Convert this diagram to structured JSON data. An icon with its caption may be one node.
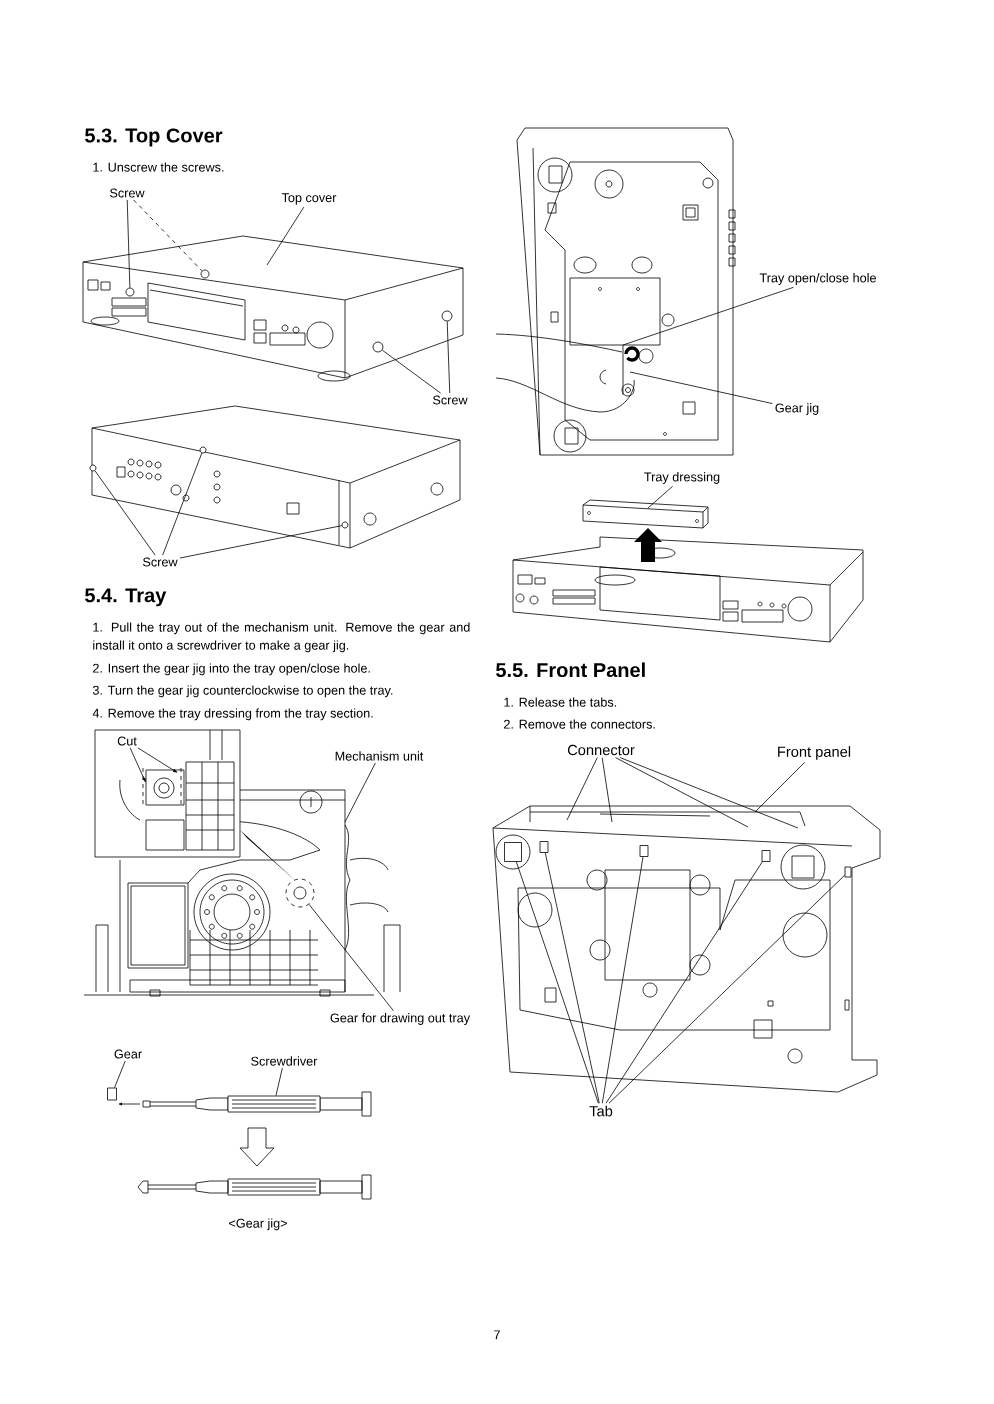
{
  "diagram": {
    "nodes": [
      {
        "text": [
          "Screw"
        ]
      },
      {
        "text": [
          "Top cover"
        ]
      },
      {
        "text": [
          "Screw"
        ]
      },
      {
        "text": [
          "Screw"
        ]
      },
      {
        "text": [
          "Tray open/close hole"
        ]
      },
      {
        "text": [
          "Gear jig"
        ]
      },
      {
        "text": [
          "Tray dressing"
        ]
      },
      {
        "text": [
          "Cut"
        ]
      },
      {
        "text": [
          "Mechanism unit"
        ]
      },
      {
        "text": [
          "Gear for drawing out tray"
        ]
      },
      {
        "text": [
          "Gear"
        ]
      },
      {
        "text": [
          "Screwdriver"
        ]
      },
      {
        "text": [
          "Connector"
        ]
      },
      {
        "text": [
          "Front panel"
        ]
      },
      {
        "text": [
          "Tab"
        ]
      },
      {
        "text": [],
        "shape": "circle"
      },
      {
        "text": [],
        "shape": "circle"
      },
      {
        "text": [],
        "shape": "circle"
      },
      {
        "text": [],
        "shape": "circle"
      },
      {
        "text": [],
        "shape": "circle"
      },
      {
        "text": [],
        "shape": "circle"
      },
      {
        "text": [],
        "shape": "circle"
      },
      {
        "text": [],
        "shape": "circle"
      },
      {
        "text": [],
        "shape": "box"
      },
      {
        "text": [],
        "shape": "box"
      },
      {
        "text": [],
        "shape": "box"
      },
      {
        "text": [],
        "shape": "box"
      },
      {
        "text": [],
        "shape": "box"
      },
      {
        "text": [],
        "shape": "box"
      },
      {
        "text": [],
        "shape": "box"
      }
    ],
    "edges": [
      {
        "from": 0,
        "to": 15,
        "arrow": "none"
      },
      {
        "from": 0,
        "to": 16,
        "arrow": "none",
        "style": "dashed"
      },
      {
        "from": 1,
        "to": null,
        "arrow": "none"
      },
      {
        "from": 2,
        "to": 17,
        "arrow": "none"
      },
      {
        "from": 2,
        "to": 18,
        "arrow": "none"
      },
      {
        "from": 3,
        "to": 19,
        "arrow": "none"
      },
      {
        "from": 3,
        "to": 20,
        "arrow": "none"
      },
      {
        "from": 3,
        "to": 21,
        "arrow": "none"
      },
      {
        "from": 4,
        "to": null,
        "arrow": "none"
      },
      {
        "from": 5,
        "to": null,
        "arrow": "none"
      },
      {
        "from": 6,
        "to": null,
        "arrow": "none"
      },
      {
        "from": 7,
        "to": null,
        "arrow": "to"
      },
      {
        "from": 7,
        "to": null,
        "arrow": "to"
      },
      {
        "from": 8,
        "to": null,
        "arrow": "none"
      },
      {
        "from": 9,
        "to": 22,
        "arrow": "none"
      },
      {
        "from": 10,
        "to": 23,
        "arrow": "none"
      },
      {
        "from": 11,
        "to": 29,
        "arrow": "none"
      },
      {
        "from": 12,
        "to": null,
        "arrow": "none"
      },
      {
        "from": 12,
        "to": null,
        "arrow": "none"
      },
      {
        "from": 12,
        "to": null,
        "arrow": "none"
      },
      {
        "from": 12,
        "to": null,
        "arrow": "none"
      },
      {
        "from": 13,
        "to": null,
        "arrow": "none"
      },
      {
        "from": 14,
        "to": 24,
        "arrow": "none"
      },
      {
        "from": 14,
        "to": 25,
        "arrow": "none"
      },
      {
        "from": 14,
        "to": 26,
        "arrow": "none"
      },
      {
        "from": 14,
        "to": 27,
        "arrow": "none"
      },
      {
        "from": 14,
        "to": 28,
        "arrow": "none"
      }
    ],
    "labels": [
      "5.3. Top Cover",
      "1. Unscrew the screws.",
      "5.4. Tray",
      "1. Pull the tray out of the mechanism unit. Remove the gear and install it onto a screwdriver to make a gear jig.",
      "2. Insert the gear jig into the tray open/close hole.",
      "3. Turn the gear jig counterclockwise to open the tray.",
      "4. Remove the tray dressing from the tray section.",
      "<Gear jig>",
      "5.5. Front Panel",
      "1. Release the tabs.",
      "2. Remove the connectors.",
      "7"
    ]
  }
}
